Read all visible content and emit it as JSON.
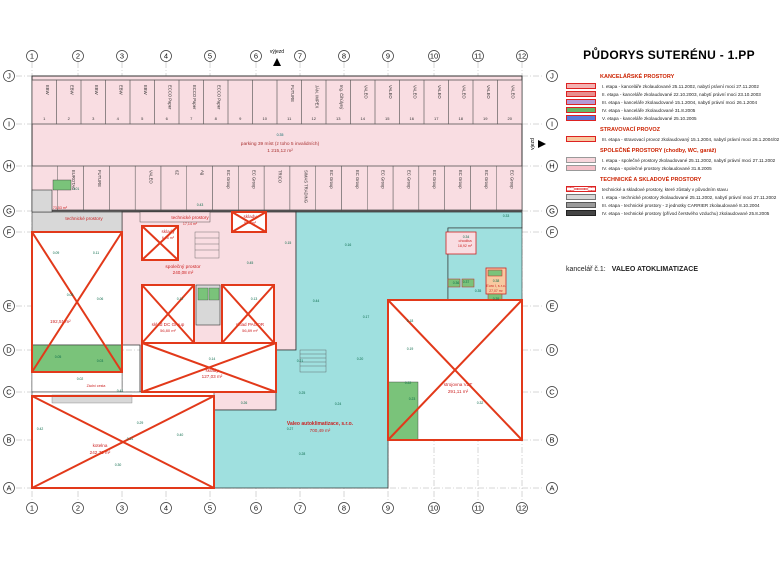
{
  "legend": {
    "title": "PŮDORYS SUTERÉNU - 1.PP",
    "groups": [
      {
        "heading": "KANCELÁŘSKÉ PROSTORY",
        "items": [
          {
            "color": "#f3b3b3",
            "border": "#d22",
            "text": "I. etapa - kanceláře zkolaudované 25.11.2002, nabytí právní moci 27.11.2002"
          },
          {
            "color": "#e88f8f",
            "border": "#d22",
            "text": "II. etapa - kanceláře zkolaudované 22.10.2003, nabytí právní moci 23.10.2003"
          },
          {
            "color": "#b69ad6",
            "border": "#d22",
            "text": "III. etapa - kanceláře zkolaudované 15.1.2004, nabytí právní moci 26.1.2004"
          },
          {
            "color": "#66b866",
            "border": "#d22",
            "text": "IV. etapa - kanceláře zkolaudované 31.8.2005"
          },
          {
            "color": "#5a7bd8",
            "border": "#d22",
            "text": "V. etapa - kanceláře zkolaudované 25.10.2005"
          }
        ]
      },
      {
        "heading": "STRAVOVACÍ PROVOZ",
        "items": [
          {
            "color": "#f7c9a0",
            "border": "#d22",
            "text": "III. etapa - stravovací provoz zkolaudovaný 15.1.2004, nabytí právní moci 26.1.2004/02"
          }
        ]
      },
      {
        "heading": "SPOLEČNÉ PROSTORY (chodby, WC, garáž)",
        "items": [
          {
            "color": "#f8d6dc",
            "border": "#999",
            "text": "I. etapa - společné prostory zkolaudované 25.11.2002, nabytí právní moci 27.11.2002"
          },
          {
            "color": "#f6c0c9",
            "border": "#999",
            "text": "IV. etapa - společné prostory zkolaudované 31.8.2005"
          }
        ]
      },
      {
        "heading": "TECHNICKÉ A SKLADOVÉ PROSTORY",
        "items": [
          {
            "color": "#ffffff",
            "border": "#d22",
            "text": "technické a skladové prostory, které zůstaly v původním stavu"
          },
          {
            "color": "#d8d8d8",
            "border": "#777",
            "text": "I. etapa - technické prostory zkolaudované 25.11.2002, nabytí právní moci 27.11.2002"
          },
          {
            "color": "#9a9a9a",
            "border": "#555",
            "text": "III. etapa - technické prostory - 2 jednotky CARRIER zkolaudované 8.10.2004"
          },
          {
            "color": "#444444",
            "border": "#222",
            "text": "IV. etapa - technické prostory (přívod čerstvého vzduchu) zkolaudované 25.8.2005"
          }
        ]
      }
    ],
    "note": {
      "text": "kancelář č.1:",
      "bold": "VALEO ATOKLIMATIZACE"
    }
  },
  "plan": {
    "columns": [
      "1",
      "2",
      "3",
      "4",
      "5",
      "6",
      "7",
      "8",
      "9",
      "10",
      "11",
      "12"
    ],
    "rows": [
      "J",
      "I",
      "H",
      "G",
      "F",
      "E",
      "D",
      "C",
      "B",
      "A"
    ],
    "entrance_top": "výjezd",
    "entrance_right": "vjezd",
    "upper_parking_spots": [
      "EBW",
      "EBW",
      "EBW",
      "EBW",
      "EBW",
      "ECCO Paper",
      "ECCO Paper",
      "ECCO Paper",
      "",
      "",
      "FUTURE",
      "JÁN. IMPEX",
      "Ing. Čihúlyný",
      "VALEO",
      "VALEO",
      "VALEO",
      "VALEO",
      "VALEO",
      "VALEO",
      "VALEO"
    ],
    "upper_spot_numbers": [
      "1",
      "2",
      "3",
      "4",
      "5",
      "6",
      "7",
      "8",
      "9",
      "10",
      "11",
      "12",
      "13",
      "14",
      "15",
      "16",
      "17",
      "18",
      "19",
      "20"
    ],
    "lower_parking_spots": [
      "",
      "EUROTAC",
      "FUTURE",
      "",
      "VALEO",
      "6Z",
      "Ag",
      "EC Group",
      "EC Group",
      "TRICO",
      "SIMAS TRADING",
      "EC Group",
      "EC Group",
      "EC Group",
      "EC Group",
      "EC Group",
      "EC Group",
      "EC Group",
      "EC Group"
    ],
    "parking_label_1": "parking 39 míst (z toho 5 invalidních)",
    "parking_label_2": "1 215,12 m²",
    "room_labels": {
      "tech1": "technické prostory",
      "tech1_area": "73,53 m²",
      "tech_top": "technické prostory",
      "tech_top_area": "17,14 m²",
      "sklady_a": "sklady",
      "sklady_a_area": "6,26 m²",
      "sklady_b": "sklady",
      "sklady_b_area": "9,33 m²",
      "spolecne": "společný prostor",
      "spolecne_area": "240,08 m²",
      "sklad_dc": "sklad DC Group",
      "sklad_dc_area": "56,80 m²",
      "sklad_pagor": "sklad PAGOR",
      "sklad_pagor_area": "56,89 m²",
      "sklady_c": "sklady",
      "sklady_c_area": "127,03 m²",
      "west_area": "192,51 m²",
      "kotelna": "kotelna",
      "kotelna_area": "242,73 m²",
      "valeo": "Valeo autoklimatizace, s.r.o.",
      "valeo_area": "700,49 m²",
      "strojovna": "strojovna VZT",
      "strojovna_area": "291,11 m²",
      "chodba": "chodba",
      "chodba_area": "18,92 m²",
      "euro": "Euro I, s.r.o.",
      "euro_area": "27,07 m²",
      "zadni_cesta": "Zádní cesta"
    },
    "room_codes": [
      "0.01",
      "0.02",
      "0.03",
      "0.05",
      "0.06",
      "0.08",
      "0.09",
      "0.11",
      "0.12",
      "0.13",
      "0.14",
      "0.15",
      "0.16",
      "0.17",
      "0.18",
      "0.19",
      "0.20",
      "0.21",
      "0.22",
      "0.23",
      "0.24",
      "0.25",
      "0.26",
      "0.27",
      "0.28",
      "0.29",
      "0.30",
      "0.31",
      "0.32",
      "0.33",
      "0.34",
      "0.35",
      "0.36",
      "0.37",
      "0.38",
      "0.39",
      "0.40",
      "0.41",
      "0.42",
      "0.43",
      "0.44",
      "0.45"
    ]
  }
}
